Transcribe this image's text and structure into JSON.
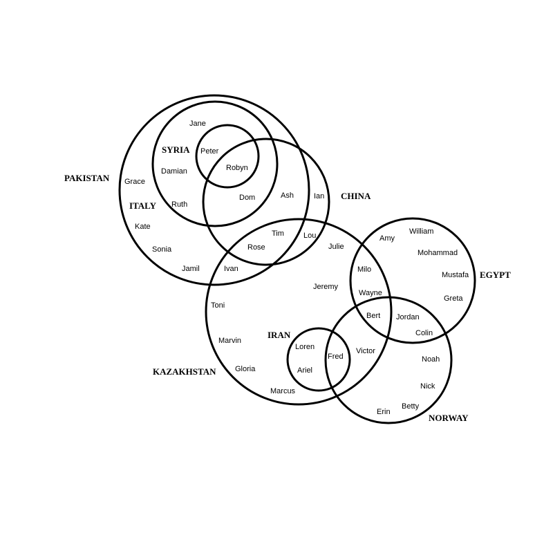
{
  "sets": [
    {
      "id": "pakistan",
      "label": "PAKISTAN"
    },
    {
      "id": "italy",
      "label": "ITALY"
    },
    {
      "id": "syria",
      "label": "SYRIA"
    },
    {
      "id": "china",
      "label": "CHINA"
    },
    {
      "id": "kazakhstan",
      "label": "KAZAKHSTAN"
    },
    {
      "id": "egypt",
      "label": "EGYPT"
    },
    {
      "id": "norway",
      "label": "NORWAY"
    },
    {
      "id": "iran",
      "label": "IRAN"
    }
  ],
  "members": [
    {
      "name": "Jane",
      "sets": [
        "pakistan",
        "italy"
      ]
    },
    {
      "name": "Peter",
      "sets": [
        "pakistan",
        "italy",
        "syria"
      ]
    },
    {
      "name": "Robyn",
      "sets": [
        "pakistan",
        "italy",
        "syria",
        "china"
      ]
    },
    {
      "name": "Damian",
      "sets": [
        "pakistan",
        "italy"
      ]
    },
    {
      "name": "Grace",
      "sets": [
        "pakistan"
      ]
    },
    {
      "name": "Ruth",
      "sets": [
        "pakistan",
        "italy"
      ]
    },
    {
      "name": "Dom",
      "sets": [
        "pakistan",
        "italy",
        "china"
      ]
    },
    {
      "name": "Ash",
      "sets": [
        "pakistan",
        "china"
      ]
    },
    {
      "name": "Ian",
      "sets": [
        "china"
      ]
    },
    {
      "name": "Kate",
      "sets": [
        "pakistan"
      ]
    },
    {
      "name": "Sonia",
      "sets": [
        "pakistan"
      ]
    },
    {
      "name": "Jamil",
      "sets": [
        "pakistan"
      ]
    },
    {
      "name": "Tim",
      "sets": [
        "pakistan",
        "china",
        "kazakhstan"
      ]
    },
    {
      "name": "Lou",
      "sets": [
        "china",
        "kazakhstan"
      ]
    },
    {
      "name": "Rose",
      "sets": [
        "pakistan",
        "china",
        "kazakhstan"
      ]
    },
    {
      "name": "Ivan",
      "sets": [
        "pakistan",
        "kazakhstan"
      ]
    },
    {
      "name": "Julie",
      "sets": [
        "kazakhstan"
      ]
    },
    {
      "name": "Jeremy",
      "sets": [
        "kazakhstan"
      ]
    },
    {
      "name": "Toni",
      "sets": [
        "kazakhstan"
      ]
    },
    {
      "name": "Marvin",
      "sets": [
        "kazakhstan"
      ]
    },
    {
      "name": "Gloria",
      "sets": [
        "kazakhstan"
      ]
    },
    {
      "name": "Marcus",
      "sets": [
        "kazakhstan"
      ]
    },
    {
      "name": "Loren",
      "sets": [
        "kazakhstan",
        "iran"
      ]
    },
    {
      "name": "Ariel",
      "sets": [
        "kazakhstan",
        "iran"
      ]
    },
    {
      "name": "Fred",
      "sets": [
        "kazakhstan",
        "iran",
        "norway"
      ]
    },
    {
      "name": "Victor",
      "sets": [
        "kazakhstan",
        "norway"
      ]
    },
    {
      "name": "Amy",
      "sets": [
        "egypt"
      ]
    },
    {
      "name": "William",
      "sets": [
        "egypt"
      ]
    },
    {
      "name": "Mohammad",
      "sets": [
        "egypt"
      ]
    },
    {
      "name": "Mustafa",
      "sets": [
        "egypt"
      ]
    },
    {
      "name": "Greta",
      "sets": [
        "egypt"
      ]
    },
    {
      "name": "Milo",
      "sets": [
        "kazakhstan",
        "egypt"
      ]
    },
    {
      "name": "Wayne",
      "sets": [
        "kazakhstan",
        "egypt"
      ]
    },
    {
      "name": "Bert",
      "sets": [
        "kazakhstan",
        "egypt",
        "norway"
      ]
    },
    {
      "name": "Jordan",
      "sets": [
        "egypt",
        "norway"
      ]
    },
    {
      "name": "Colin",
      "sets": [
        "egypt",
        "norway"
      ]
    },
    {
      "name": "Noah",
      "sets": [
        "norway"
      ]
    },
    {
      "name": "Nick",
      "sets": [
        "norway"
      ]
    },
    {
      "name": "Betty",
      "sets": [
        "norway"
      ]
    },
    {
      "name": "Erin",
      "sets": [
        "norway"
      ]
    }
  ]
}
